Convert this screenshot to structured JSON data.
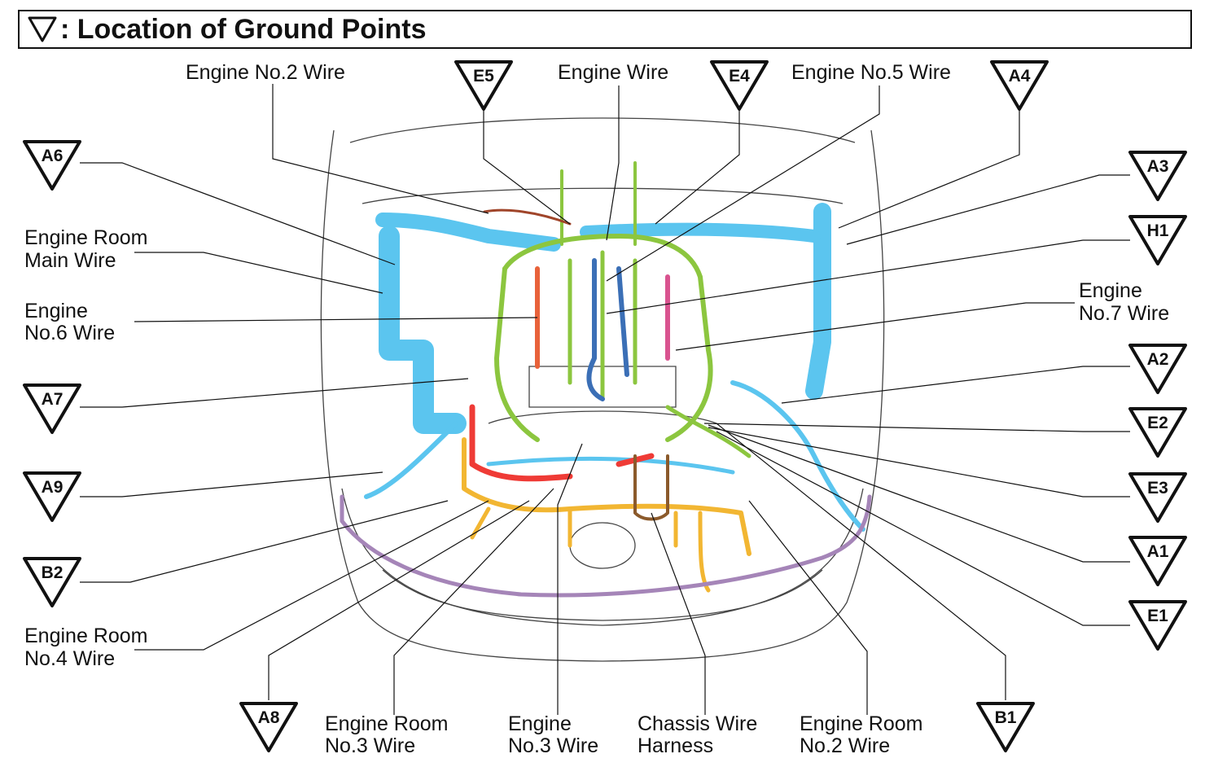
{
  "title": {
    "symbol": "▽",
    "text": ": Location of Ground Points"
  },
  "wire_colors": {
    "engine_room_main": "#5bc5ef",
    "engine": "#8cc63f",
    "engine_no3": "#f2b632",
    "chassis": "#8b5a2b",
    "engine_no2": "#ef3b36",
    "engine_no5": "#3b6fb6",
    "engine_no6": "#e8623a",
    "engine_no7": "#d9538f",
    "chassis_bar": "#a585b8"
  },
  "ground_points": [
    {
      "id": "A6"
    },
    {
      "id": "E5"
    },
    {
      "id": "E4"
    },
    {
      "id": "A4"
    },
    {
      "id": "A3"
    },
    {
      "id": "H1"
    },
    {
      "id": "A2"
    },
    {
      "id": "E2"
    },
    {
      "id": "E3"
    },
    {
      "id": "A1"
    },
    {
      "id": "E1"
    },
    {
      "id": "A7"
    },
    {
      "id": "A9"
    },
    {
      "id": "B2"
    },
    {
      "id": "A8"
    },
    {
      "id": "B1"
    }
  ],
  "wire_labels": {
    "engine_no2_wire_top": "Engine No.2 Wire",
    "engine_wire_top": "Engine Wire",
    "engine_no5_wire": "Engine No.5 Wire",
    "engine_room_main_wire": [
      "Engine Room",
      "Main Wire"
    ],
    "engine_no6_wire": [
      "Engine",
      "No.6 Wire"
    ],
    "engine_no7_wire": [
      "Engine",
      "No.7 Wire"
    ],
    "engine_room_no4_wire": [
      "Engine Room",
      "No.4 Wire"
    ],
    "engine_room_no3_wire": [
      "Engine Room",
      "No.3 Wire"
    ],
    "engine_no3_wire": [
      "Engine",
      "No.3 Wire"
    ],
    "chassis_wire_harness": [
      "Chassis Wire",
      "Harness"
    ],
    "engine_room_no2_wire": [
      "Engine Room",
      "No.2 Wire"
    ]
  }
}
